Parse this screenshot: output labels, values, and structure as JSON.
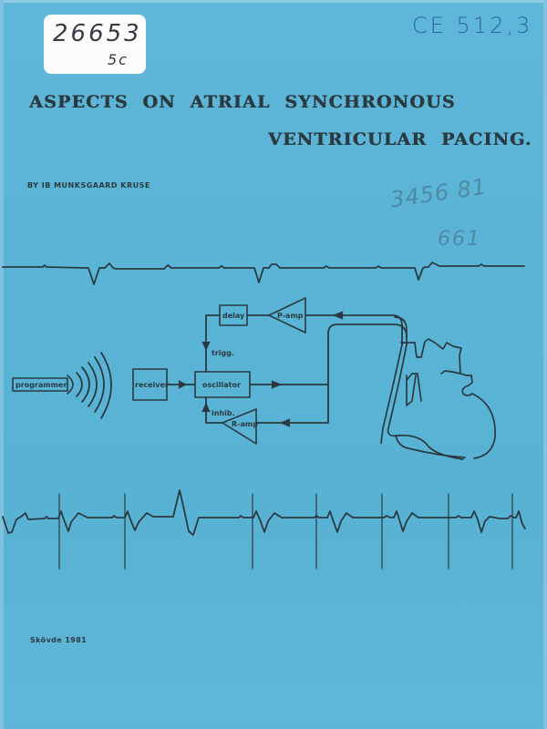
{
  "cover": {
    "title_line_1": "ASPECTS ON ATRIAL SYNCHRONOUS",
    "title_line_2": "VENTRICULAR PACING.",
    "author": "BY IB MUNKSGAARD KRUSE",
    "imprint": "Skövde 1981",
    "background_color": "#5ab4d6",
    "ink_color": "#2b3a40"
  },
  "annotations": {
    "accession_number": "26653",
    "accession_suffix": "5c",
    "shelf_mark": "CE 512,3",
    "pencil_note_1": "3456 81",
    "pencil_note_2": "661"
  },
  "diagram": {
    "blocks": {
      "programmer": "programmer",
      "receiver": "receiver",
      "oscillator": "oscillator",
      "delay": "delay",
      "p_amp": "P-amp",
      "r_amp": "R-amp"
    },
    "signals": {
      "trigger": "trigg.",
      "inhibit": "inhib."
    }
  },
  "ecg_traces": {
    "top": "atrial-sensing trace",
    "bottom": "paced ventricular trace"
  }
}
